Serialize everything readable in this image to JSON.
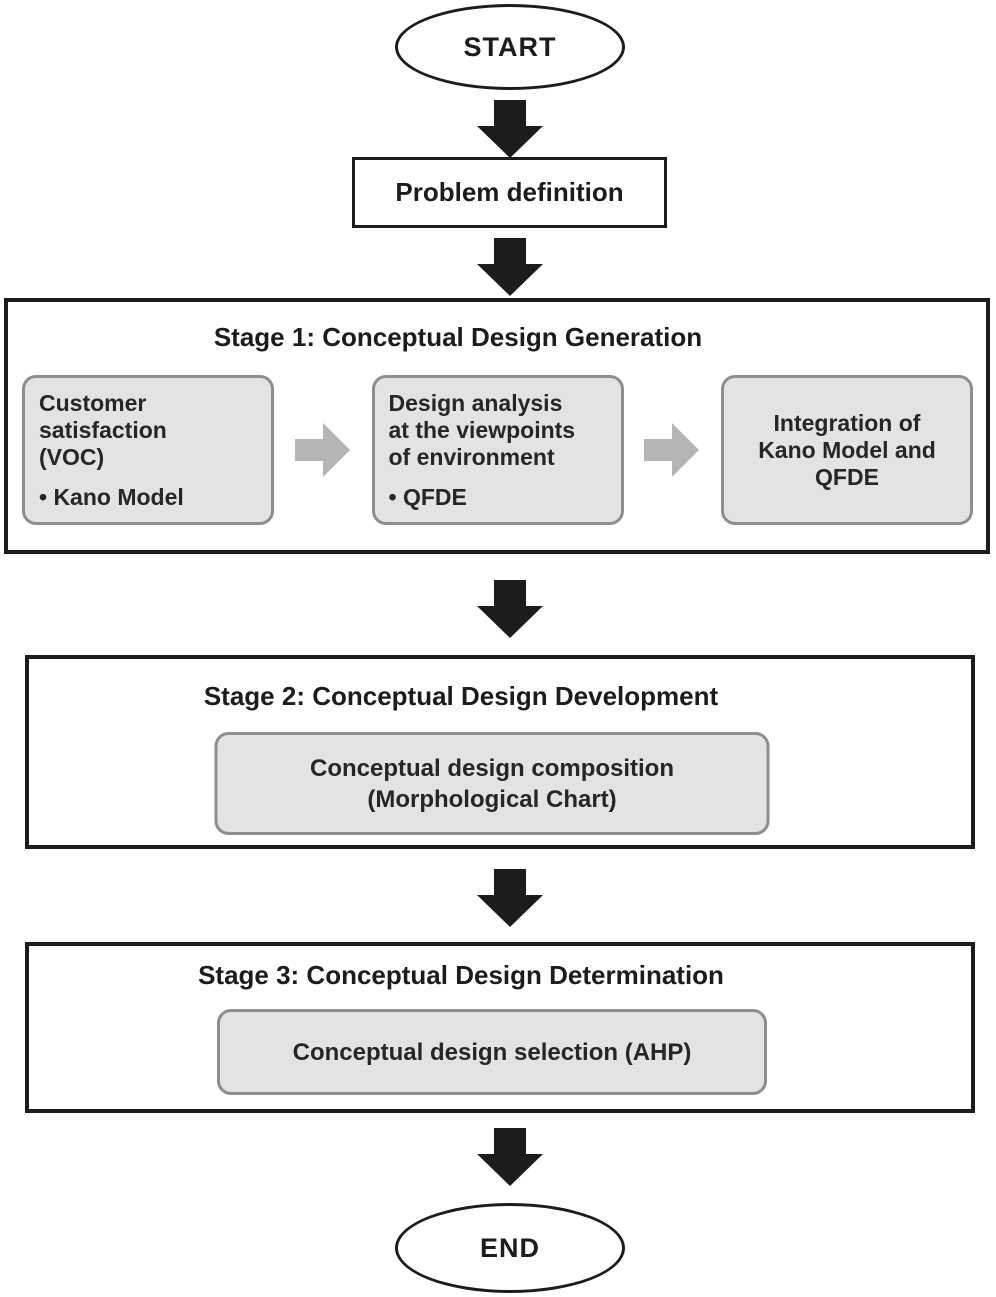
{
  "flowchart": {
    "colors": {
      "ink": "#1c1c1c",
      "box_fill": "#e3e3e3",
      "box_border": "#8e8e8e",
      "arrow_gray": "#b5b5b5"
    },
    "start_label": "START",
    "problem_definition_label": "Problem definition",
    "stage1": {
      "title": "Stage 1: Conceptual Design Generation",
      "boxes": [
        {
          "lines": [
            "Customer",
            "satisfaction",
            "(VOC)"
          ],
          "bullet": "• Kano Model"
        },
        {
          "lines": [
            "Design analysis",
            "at the viewpoints",
            "of environment"
          ],
          "bullet": "• QFDE"
        },
        {
          "lines": [
            "Integration of",
            "Kano Model and",
            "QFDE"
          ]
        }
      ]
    },
    "stage2": {
      "title": "Stage 2: Conceptual Design Development",
      "box_lines": [
        "Conceptual design composition",
        "(Morphological Chart)"
      ]
    },
    "stage3": {
      "title": "Stage 3: Conceptual Design Determination",
      "box_lines": [
        "Conceptual design selection (AHP)"
      ]
    },
    "end_label": "END"
  }
}
